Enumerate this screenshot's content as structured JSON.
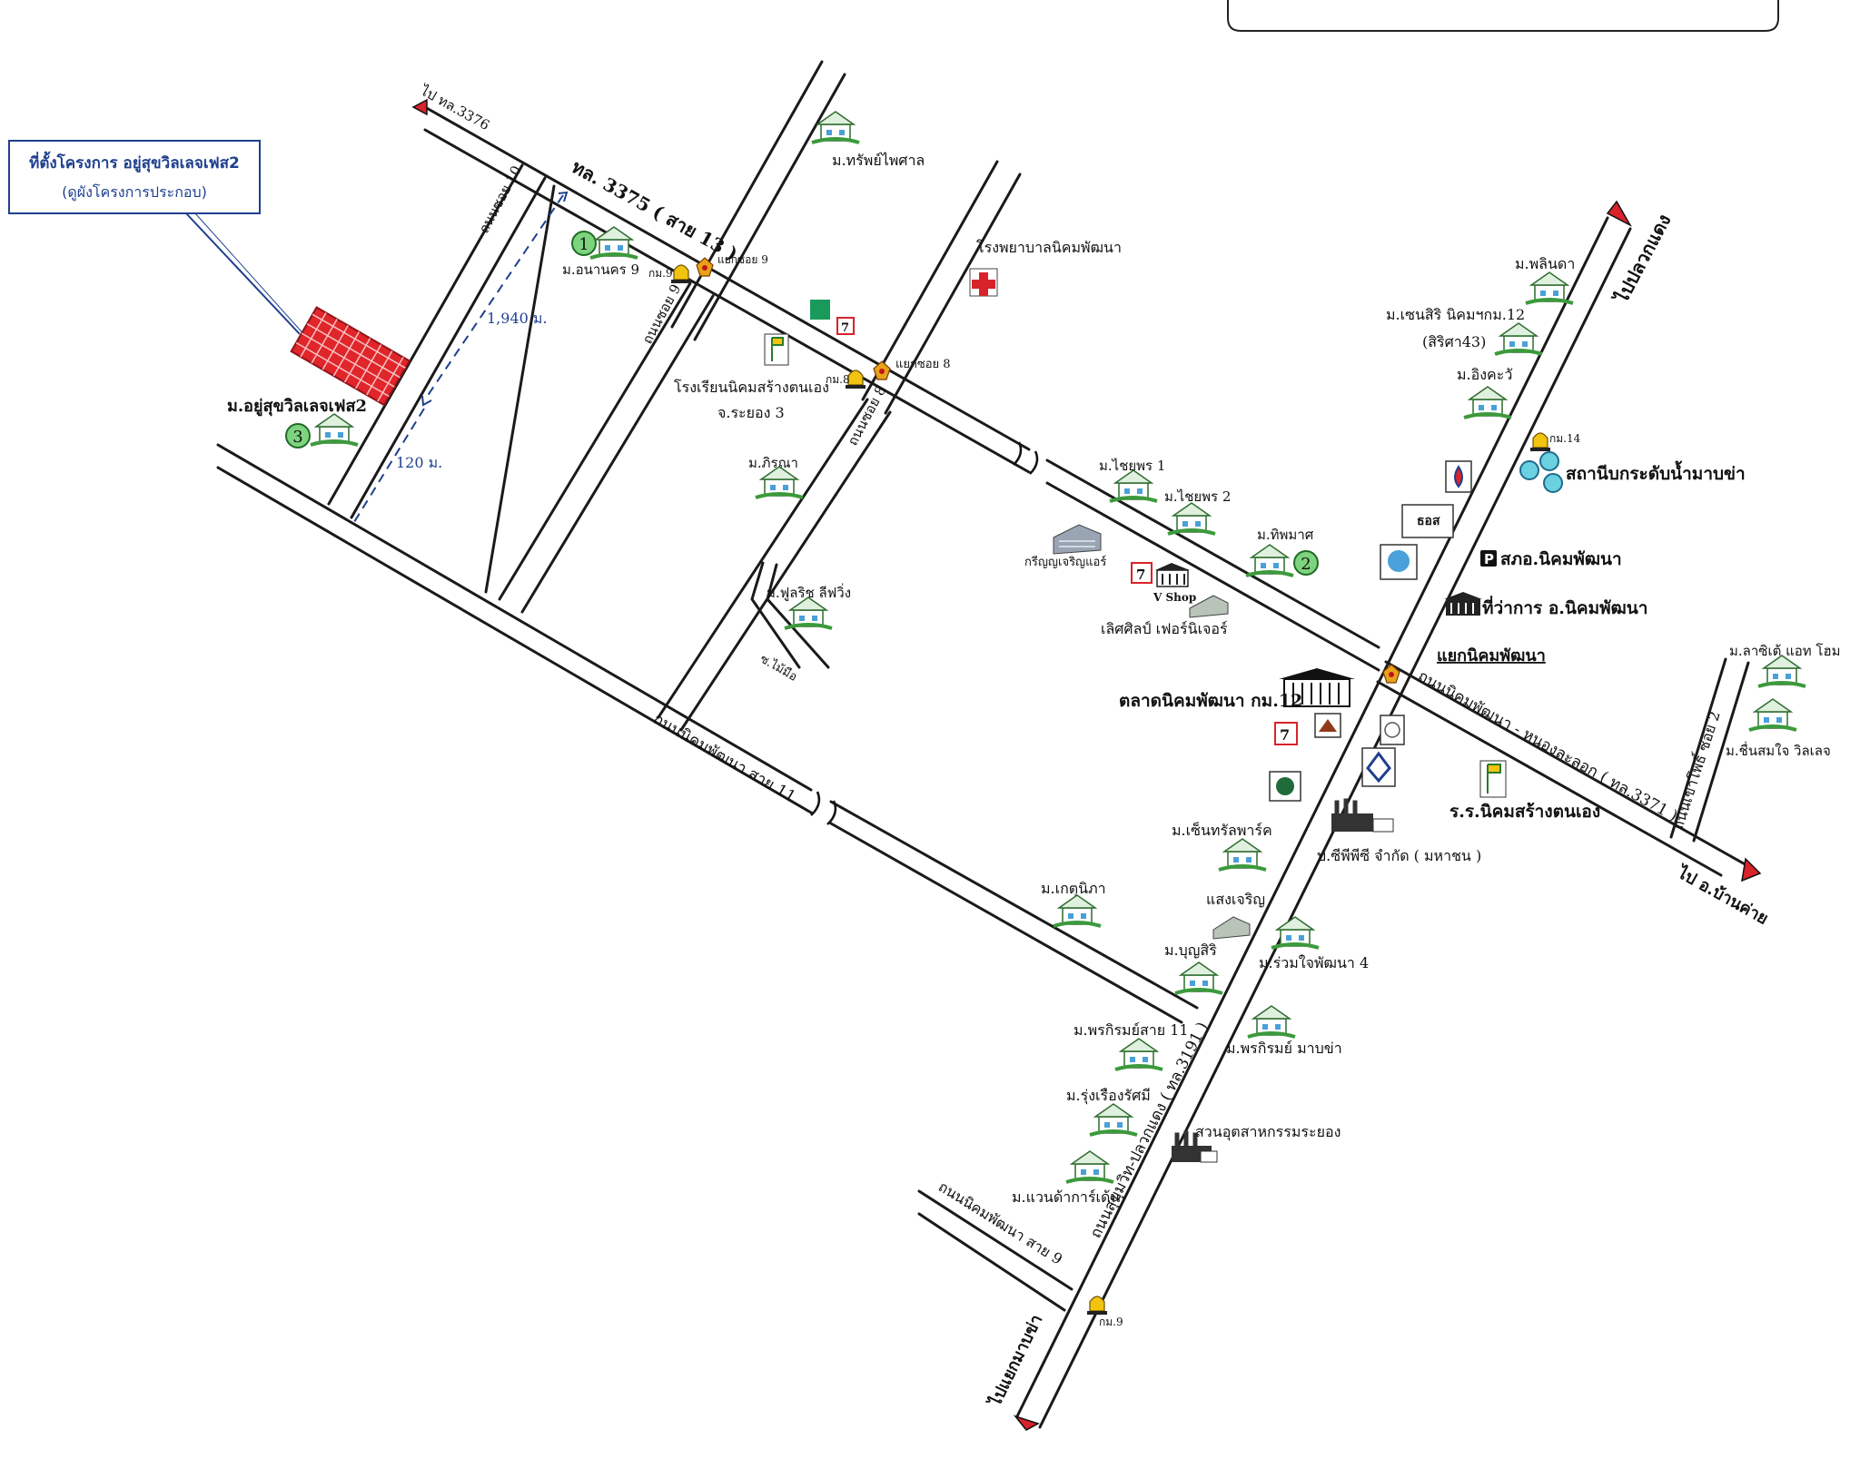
{
  "callout": {
    "line1": "ที่ตั้งโครงการ อยู่สุขวิลเลจเฟส2",
    "line2": "(ดูผังโครงการประกอบ)"
  },
  "distances": {
    "long": "1,940 ม.",
    "short": "120 ม."
  },
  "arrows": {
    "nw": "ไป ทล.3376",
    "ne": "ไปปลวกแดง",
    "se": "ไป อ.บ้านค่าย",
    "sw": "ไปแยกมาบข่า"
  },
  "roads": {
    "r3375": "ทล. 3375 ( สาย 13 )",
    "soi10": "ถนนซอย 10",
    "soi9": "ถนนซอย 9",
    "soi8": "ถนนซอย 8",
    "sai11": "ถนนนิคมพัฒนา สาย 11",
    "sai9": "ถนนนิคมพัฒนา สาย 9",
    "r3191": "ถนนสุขุมวิท-ปลวกแดง ( ทล.3191 )",
    "r3371": "ถนนนิคมพัฒนา - หนองละลอก ( ทล.3371 )",
    "khaopho2": "ถนนเขาโพธิ์ ซอย 2",
    "maimue": "ซ.ไม้มือ"
  },
  "junctions": {
    "soi9": "แยกซอย 9",
    "soi8": "แยกซอย 8",
    "nikhom": "แยกนิคมพัฒนา"
  },
  "km": {
    "k9a": "กม.9",
    "k8": "กม.8",
    "k14": "กม.14",
    "k9b": "กม.9"
  },
  "numbers": {
    "n1": "1",
    "n2": "2",
    "n3": "3"
  },
  "places": {
    "project": "ม.อยู่สุขวิลเลจเฟส2",
    "sapphaisan": "ม.ทรัพย์ไพศาล",
    "anankhon9": "ม.อนานคร 9",
    "hospital": "โรงพยาบาลนิคมพัฒนา",
    "school1_a": "โรงเรียนนิคมสร้างตนเอง",
    "school1_b": "จ.ระยอง 3",
    "phirana": "ม.ภิรณา",
    "fulrich": "ม.ฟูลริช ลีฟวิ่ง",
    "chaiyaphon1": "ม.ไชยพร 1",
    "chaiyaphon2": "ม.ไชยพร 2",
    "thipphamat": "ม.ทิพมาศ",
    "krianyu": "กรีญญเจริญแอร์",
    "vshop": "V Shop",
    "lertsilp": "เลิศศิลป์ เฟอร์นิเจอร์",
    "market": "ตลาดนิคมพัฒนา กม.12",
    "phlinda": "ม.พลินดา",
    "sensiri_a": "ม.เซนสิริ นิคมฯกม.12",
    "sensiri_b": "(สิริศา43)",
    "ingkawa": "ม.อิงคะวั",
    "water": "สถานีบกระดับน้ำมาบข่า",
    "police": "สภอ.นิคมพัฒนา",
    "district": "ที่ว่าการ อ.นิคมพัฒนา",
    "lasiete": "ม.ลาซิเต้ แอท โฮม",
    "chuensomjai": "ม.ชื่นสมใจ วิลเลจ",
    "school2": "ร.ร.นิคมสร้างตนเอง",
    "centralpark": "ม.เซ็นทรัลพาร์ค",
    "ppc": "บ.ซีพีพีซี จำกัด ( มหาชน )",
    "ketunipa": "ม.เกตุนิภา",
    "saengcharoen": "แสงเจริญ",
    "bunsiri": "ม.บุญสิริ",
    "ruamjai": "ม.ร่วมใจพัฒนา 4",
    "phonkrit11": "ม.พรกิรมย์สาย 11",
    "phonkrit_mabkha": "ม.พรกิรมย์ มาบข่า",
    "rungrueang": "ม.รุ่งเรืองรัศมี",
    "industrial": "สวนอุตสาหกรรมระยอง",
    "garden": "ม.แวนด้าการ์เด้น"
  },
  "colors": {
    "project_red": "#e0262b",
    "callout_blue": "#1f3f8f",
    "house_green": "#3c9a3c",
    "arrow_red": "#d8232a",
    "km_yellow": "#f2c40f",
    "circle_green": "#2e9a3f"
  },
  "icons": {
    "house": "house-icon",
    "km": "km-marker-icon",
    "hospital": "hospital-cross-icon",
    "school": "school-flag-icon",
    "store": "seven-eleven-icon",
    "factory": "factory-icon",
    "gas": "gas-station-icon",
    "bank": "bank-icon",
    "police": "police-parking-icon",
    "water": "water-tank-icon"
  }
}
